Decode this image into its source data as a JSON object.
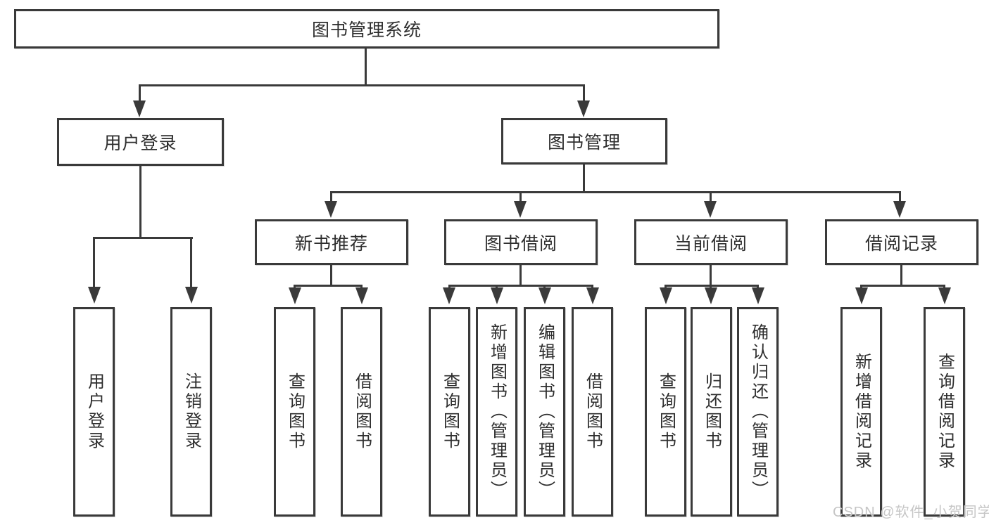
{
  "diagram": {
    "title": "图书管理系统",
    "nodes": {
      "user_login": {
        "label": "用户登录",
        "children": [
          {
            "label": "用户登录"
          },
          {
            "label": "注销登录"
          }
        ]
      },
      "book_mgmt": {
        "label": "图书管理",
        "children": [
          {
            "label": "新书推荐",
            "children": [
              {
                "label": "查询图书"
              },
              {
                "label": "借阅图书"
              }
            ]
          },
          {
            "label": "图书借阅",
            "children": [
              {
                "label": "查询图书"
              },
              {
                "label": "新增图书（管理员）"
              },
              {
                "label": "编辑图书（管理员）"
              },
              {
                "label": "借阅图书"
              }
            ]
          },
          {
            "label": "当前借阅",
            "children": [
              {
                "label": "查询图书"
              },
              {
                "label": "归还图书"
              },
              {
                "label": "确认归还（管理员）"
              }
            ]
          },
          {
            "label": "借阅记录",
            "children": [
              {
                "label": "新增借阅记录"
              },
              {
                "label": "查询借阅记录"
              }
            ]
          }
        ]
      }
    }
  },
  "watermark": "CSDN @软件_小贺同学",
  "colors": {
    "line": "#3a3a3a",
    "text": "#2e2e2e",
    "watermark": "#c6c6c6",
    "background": "#ffffff"
  }
}
